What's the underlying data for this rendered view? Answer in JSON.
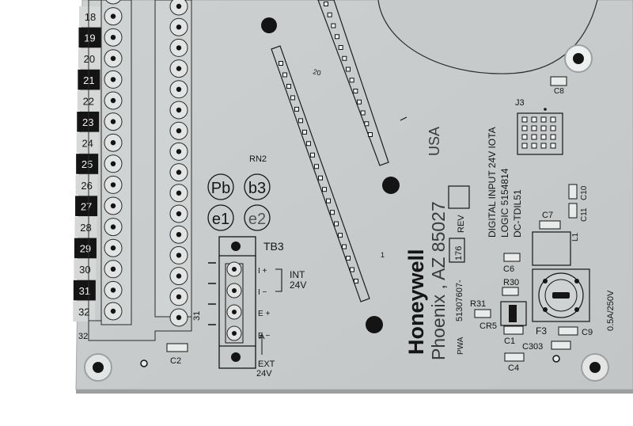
{
  "row_numbers": [
    "18",
    "19",
    "20",
    "21",
    "22",
    "23",
    "24",
    "25",
    "26",
    "27",
    "28",
    "29",
    "30",
    "31",
    "32"
  ],
  "row_dark": [
    false,
    true,
    false,
    true,
    false,
    true,
    false,
    true,
    false,
    true,
    false,
    true,
    false,
    true,
    false
  ],
  "labels": {
    "col_32": "32",
    "col_31": "31",
    "c2": "C2",
    "pb": "Pb",
    "b3": "b3",
    "e1": "e1",
    "e2": "e2",
    "rn2": "RN2",
    "n20": "20",
    "n1": "1",
    "tb3": "TB3",
    "i_plus": "I +",
    "i_minus": "I −",
    "e_plus": "E +",
    "e_minus": "E −",
    "int": "INT",
    "v24_int": "24V",
    "ext": "EXT",
    "v24_ext": "24V",
    "brand": "Honeywell",
    "city": "Phoenix , AZ 85027",
    "usa": "USA",
    "pn": "51307607-",
    "rev_num": "176",
    "rev": "REV",
    "pwa": "PWA",
    "desc_1": "DIGITAL INPUT  24V  IOTA",
    "desc_2": "LOGIC 5154814",
    "desc_3": "DC-TDIL51",
    "j3": "J3",
    "c8": "C8",
    "c10": "C10",
    "c11": "C11",
    "c7": "C7",
    "l1": "L1",
    "c6": "C6",
    "r30": "R30",
    "r31": "R31",
    "cr5": "CR5",
    "c1": "C1",
    "f3": "F3",
    "c9": "C9",
    "c303": "C303",
    "c4": "C4",
    "fuse_rating": "0.5A/250V"
  },
  "colors": {
    "board": "#c9cccc",
    "board_edge": "#a6aaaa",
    "silk": "#151515",
    "hole": "#141414",
    "copper": "#eceeee",
    "connector": "#d9dbdb"
  }
}
